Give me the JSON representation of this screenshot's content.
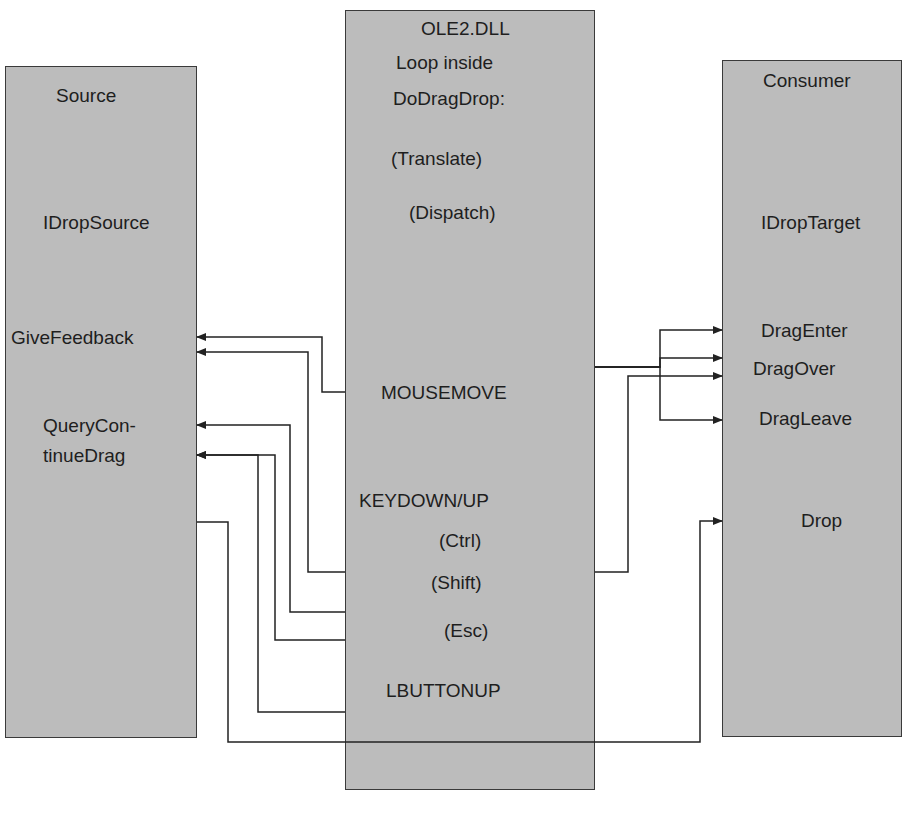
{
  "diagram": {
    "nodes": [
      {
        "text": [
          "Source",
          "IDropSource",
          "GiveFeedback",
          "QueryCon- tinueDrag"
        ]
      },
      {
        "text": [
          "OLE2.DLL",
          "Loop inside",
          "DoDragDrop:",
          "(Translate)",
          "(Dispatch)",
          "MOUSEMOVE",
          "KEYDOWN/UP",
          "(Ctrl)",
          "(Shift)",
          "(Esc)",
          "LBUTTONUP"
        ]
      },
      {
        "text": [
          "Consumer",
          "IDropTarget",
          "DragEnter",
          "DragOver",
          "DragLeave",
          "Drop"
        ]
      }
    ],
    "edges": [
      {
        "from": 1,
        "to": 0,
        "arrow": "to"
      },
      {
        "from": 1,
        "to": 0,
        "arrow": "to"
      },
      {
        "from": 1,
        "to": 0,
        "arrow": "to"
      },
      {
        "from": 1,
        "to": 0,
        "arrow": "to"
      },
      {
        "from": 1,
        "to": 0,
        "arrow": "to"
      },
      {
        "from": 1,
        "to": 2,
        "arrow": "to"
      },
      {
        "from": 1,
        "to": 2,
        "arrow": "to"
      },
      {
        "from": 1,
        "to": 2,
        "arrow": "to"
      },
      {
        "from": 1,
        "to": 2,
        "arrow": "to"
      },
      {
        "from": 0,
        "to": 2,
        "arrow": "to"
      }
    ]
  }
}
